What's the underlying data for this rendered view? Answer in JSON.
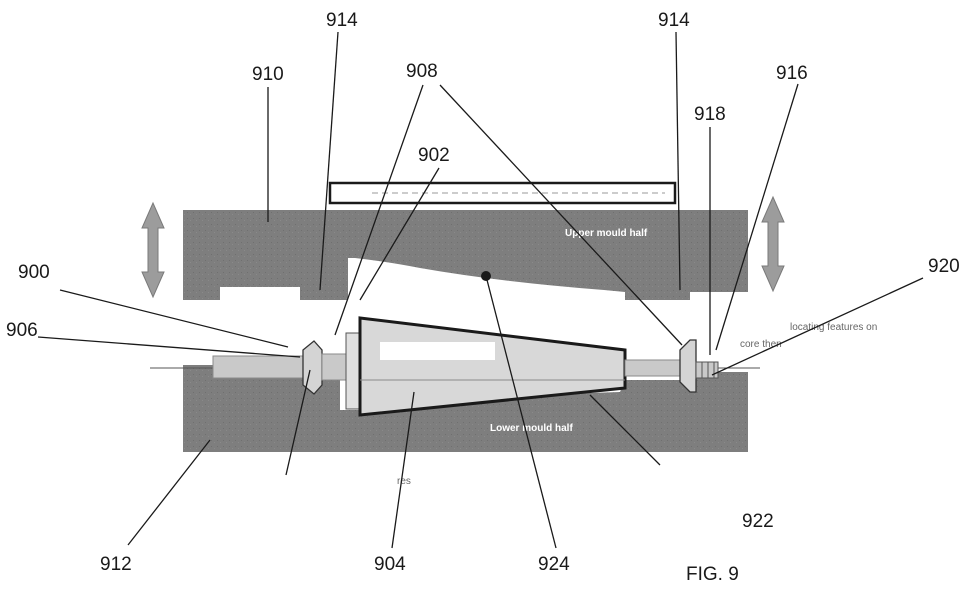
{
  "figure": {
    "caption": "FIG. 9",
    "labels": {
      "r900": "900",
      "r902": "902",
      "r904": "904",
      "r906": "906",
      "r908": "908",
      "r910": "910",
      "r912": "912",
      "r914a": "914",
      "r914b": "914",
      "r916": "916",
      "r918": "918",
      "r920": "920",
      "r922": "922",
      "r924": "924"
    },
    "inner_text": {
      "upper_mould": "Upper mould half",
      "lower_mould": "Lower mould half",
      "locating_line1": "locating features on",
      "locating_line2": "core then",
      "fragment_res": "res"
    },
    "colors": {
      "mould_grey": "#7e7e7e",
      "core_grey": "#d8d8d8",
      "shaft_grey": "#c9c9c9",
      "outline": "#1a1a1a"
    }
  }
}
